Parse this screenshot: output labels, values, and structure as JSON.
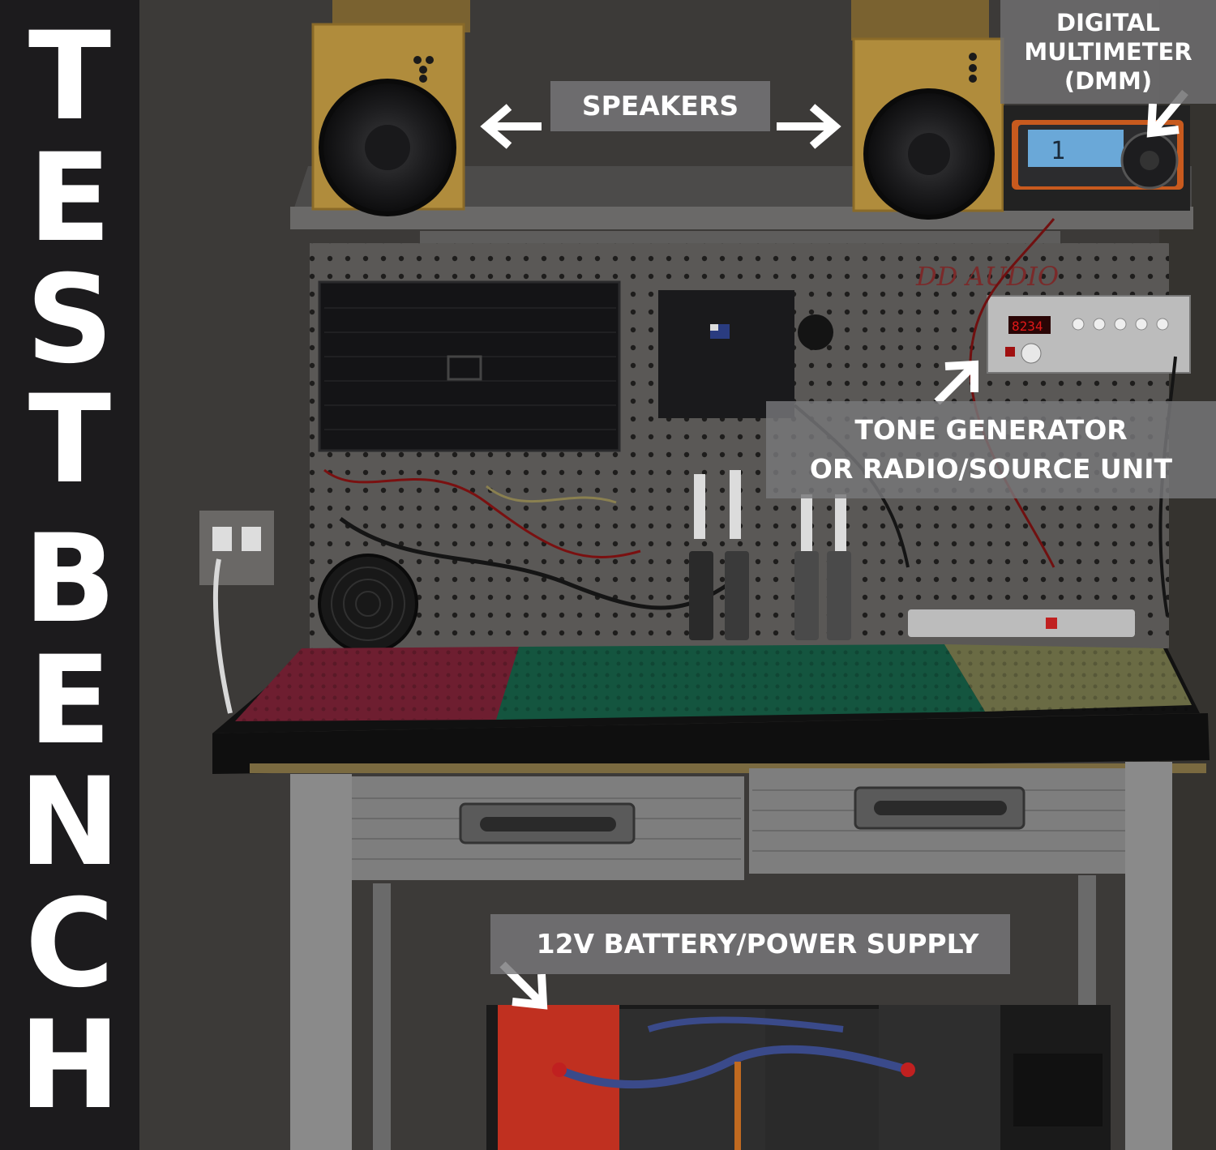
{
  "title": {
    "letters": [
      "T",
      "E",
      "S",
      "T",
      "B",
      "E",
      "N",
      "C",
      "H"
    ]
  },
  "callouts": {
    "speakers": "SPEAKERS",
    "dmm": {
      "line1": "DIGITAL",
      "line2": "MULTIMETER",
      "line3": "(DMM)"
    },
    "tone_generator": {
      "line1": "TONE GENERATOR",
      "line2": "OR RADIO/SOURCE UNIT"
    },
    "battery": "12V BATTERY/POWER SUPPLY"
  },
  "colors": {
    "title_bg": "#1c1b1d",
    "callout_bg": "#78787a",
    "label_text": "#ffffff",
    "mat_red": "#6e1e30",
    "mat_green": "#14553f",
    "mat_yellow": "#6a6b44",
    "speaker_box": "#b08c3c",
    "dmm_orange": "#d06020",
    "dmm_screen": "#6aa8d8",
    "tone_display": "#e01818",
    "battery_red": "#c03020"
  }
}
